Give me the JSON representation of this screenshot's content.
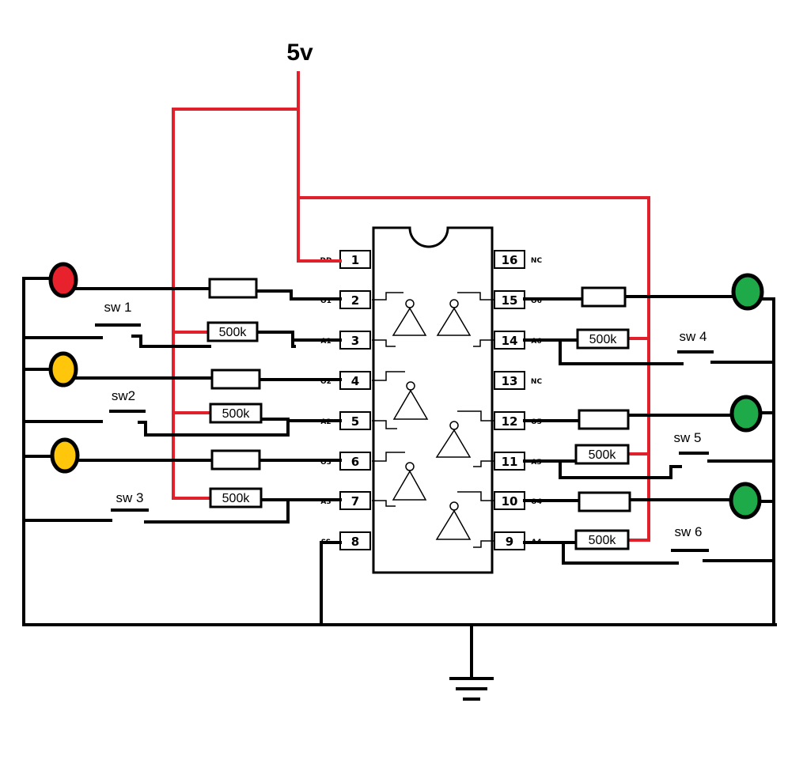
{
  "supply_label": "5v",
  "switches": [
    "sw 1",
    "sw2",
    "sw 3",
    "sw 4",
    "sw 5",
    "sw 6"
  ],
  "resistor_value": "500k",
  "left_pins": [
    "1",
    "2",
    "3",
    "4",
    "5",
    "6",
    "7",
    "8"
  ],
  "right_pins": [
    "16",
    "15",
    "14",
    "13",
    "12",
    "11",
    "10",
    "9"
  ],
  "left_pin_names": [
    "DD",
    "O1",
    "A1",
    "O2",
    "A2",
    "O3",
    "A3",
    "SS"
  ],
  "right_pin_names": [
    "NC",
    "O6",
    "A6",
    "NC",
    "O5",
    "A5",
    "O4",
    "A4"
  ],
  "led_colors": {
    "red": "#e8222c",
    "yellow": "#ffc60b",
    "green": "#1faa4a"
  },
  "wire_colors": {
    "ground": "#000000",
    "supply": "#e0202a"
  }
}
